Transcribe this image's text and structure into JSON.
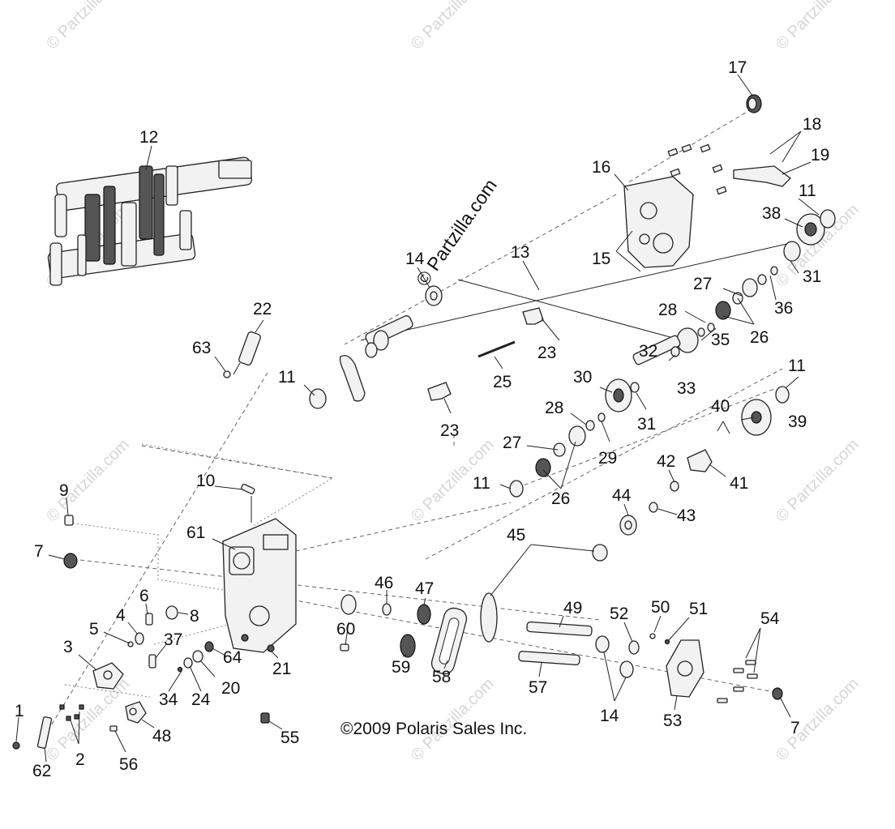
{
  "copyright": "©2009 Polaris Sales Inc.",
  "watermark": {
    "center": "© Partzilla.com",
    "tile": "© Partzilla.com"
  },
  "callouts": [
    "1",
    "2",
    "3",
    "4",
    "5",
    "6",
    "7",
    "8",
    "9",
    "10",
    "11",
    "12",
    "13",
    "14",
    "15",
    "16",
    "17",
    "18",
    "19",
    "20",
    "21",
    "22",
    "23",
    "24",
    "25",
    "26",
    "27",
    "28",
    "29",
    "30",
    "31",
    "32",
    "33",
    "34",
    "35",
    "36",
    "37",
    "38",
    "39",
    "40",
    "41",
    "42",
    "43",
    "44",
    "45",
    "46",
    "47",
    "48",
    "49",
    "50",
    "51",
    "52",
    "53",
    "54",
    "55",
    "56",
    "57",
    "58",
    "59",
    "60",
    "61",
    "62",
    "63",
    "64"
  ],
  "callout_labels": [
    {
      "id": "c12",
      "text": "12"
    },
    {
      "id": "c17",
      "text": "17"
    },
    {
      "id": "c18",
      "text": "18"
    },
    {
      "id": "c19",
      "text": "19"
    },
    {
      "id": "c16",
      "text": "16"
    },
    {
      "id": "c11a",
      "text": "11"
    },
    {
      "id": "c38",
      "text": "38"
    },
    {
      "id": "c13",
      "text": "13"
    },
    {
      "id": "c14a",
      "text": "14"
    },
    {
      "id": "c15",
      "text": "15"
    },
    {
      "id": "c31a",
      "text": "31"
    },
    {
      "id": "c27a",
      "text": "27"
    },
    {
      "id": "c36",
      "text": "36"
    },
    {
      "id": "c28a",
      "text": "28"
    },
    {
      "id": "c26a",
      "text": "26"
    },
    {
      "id": "c35",
      "text": "35"
    },
    {
      "id": "c22",
      "text": "22"
    },
    {
      "id": "c63",
      "text": "63"
    },
    {
      "id": "c23a",
      "text": "23"
    },
    {
      "id": "c32",
      "text": "32"
    },
    {
      "id": "c33",
      "text": "33"
    },
    {
      "id": "c11b",
      "text": "11"
    },
    {
      "id": "c30",
      "text": "30"
    },
    {
      "id": "c25",
      "text": "25"
    },
    {
      "id": "c11c",
      "text": "11"
    },
    {
      "id": "c31b",
      "text": "31"
    },
    {
      "id": "c23b",
      "text": "23"
    },
    {
      "id": "c28b",
      "text": "28"
    },
    {
      "id": "c40",
      "text": "40"
    },
    {
      "id": "c39",
      "text": "39"
    },
    {
      "id": "c27b",
      "text": "27"
    },
    {
      "id": "c29",
      "text": "29"
    },
    {
      "id": "c42",
      "text": "42"
    },
    {
      "id": "c41",
      "text": "41"
    },
    {
      "id": "c11d",
      "text": "11"
    },
    {
      "id": "c26b",
      "text": "26"
    },
    {
      "id": "c10",
      "text": "10"
    },
    {
      "id": "c9",
      "text": "9"
    },
    {
      "id": "c44",
      "text": "44"
    },
    {
      "id": "c43",
      "text": "43"
    },
    {
      "id": "c61",
      "text": "61"
    },
    {
      "id": "c45",
      "text": "45"
    },
    {
      "id": "c7a",
      "text": "7"
    },
    {
      "id": "c46",
      "text": "46"
    },
    {
      "id": "c47",
      "text": "47"
    },
    {
      "id": "c49",
      "text": "49"
    },
    {
      "id": "c6",
      "text": "6"
    },
    {
      "id": "c50",
      "text": "50"
    },
    {
      "id": "c52",
      "text": "52"
    },
    {
      "id": "c51",
      "text": "51"
    },
    {
      "id": "c4",
      "text": "4"
    },
    {
      "id": "c8",
      "text": "8"
    },
    {
      "id": "c54",
      "text": "54"
    },
    {
      "id": "c5",
      "text": "5"
    },
    {
      "id": "c37",
      "text": "37"
    },
    {
      "id": "c3",
      "text": "3"
    },
    {
      "id": "c64",
      "text": "64"
    },
    {
      "id": "c60",
      "text": "60"
    },
    {
      "id": "c21",
      "text": "21"
    },
    {
      "id": "c59",
      "text": "59"
    },
    {
      "id": "c58",
      "text": "58"
    },
    {
      "id": "c20",
      "text": "20"
    },
    {
      "id": "c57",
      "text": "57"
    },
    {
      "id": "c34",
      "text": "34"
    },
    {
      "id": "c24",
      "text": "24"
    },
    {
      "id": "c14b",
      "text": "14"
    },
    {
      "id": "c53",
      "text": "53"
    },
    {
      "id": "c48",
      "text": "48"
    },
    {
      "id": "c1",
      "text": "1"
    },
    {
      "id": "c55",
      "text": "55"
    },
    {
      "id": "c7b",
      "text": "7"
    },
    {
      "id": "c2",
      "text": "2"
    },
    {
      "id": "c56",
      "text": "56"
    },
    {
      "id": "c62",
      "text": "62"
    }
  ]
}
